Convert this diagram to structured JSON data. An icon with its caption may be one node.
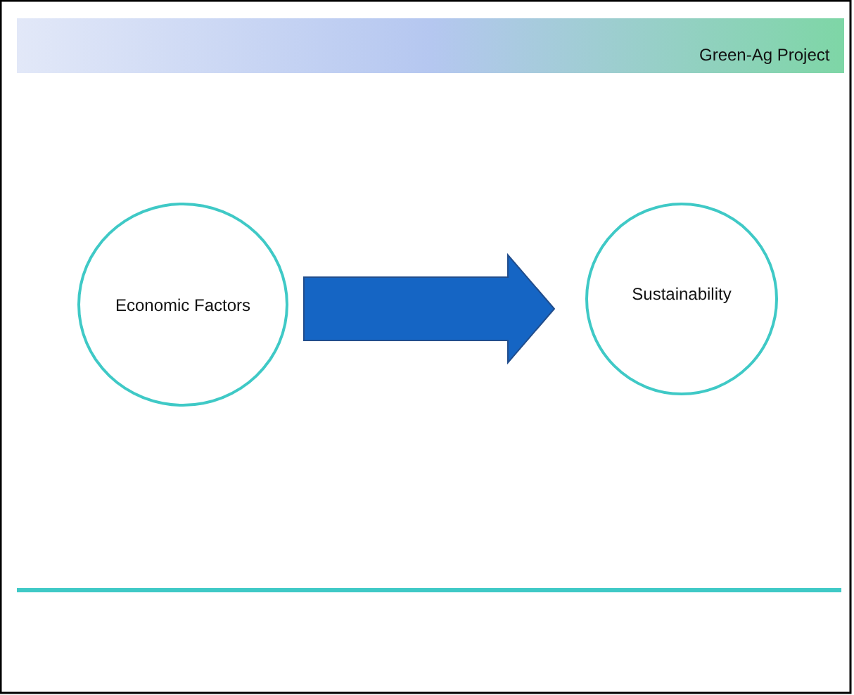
{
  "diagram": {
    "nodes": [
      {
        "text": [
          "Economic Factors"
        ]
      },
      {
        "text": [
          "Sustainability"
        ]
      }
    ],
    "edges": [
      {
        "from": 0,
        "to": 1,
        "arrow": "to",
        "style": "thick"
      }
    ],
    "labels": [
      "Green-Ag Project"
    ]
  }
}
